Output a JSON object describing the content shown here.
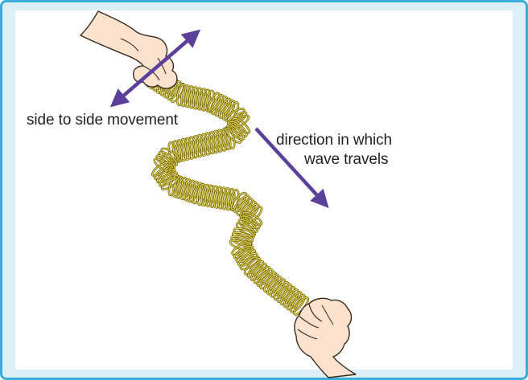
{
  "labels": {
    "side_movement": "side to side movement",
    "direction_line1": "direction in which",
    "direction_line2": "wave travels"
  },
  "colors": {
    "background": "#dceef6",
    "border": "#3aaed8",
    "arrow": "#5b3f99",
    "spring_outline": "#5c4e00",
    "spring_fill": "#e8d94a",
    "skin": "#fbe2cf",
    "skin_outline": "#3a2a1e"
  },
  "icons": {
    "top_hand": "hand-icon",
    "bottom_hand": "hand-icon"
  }
}
